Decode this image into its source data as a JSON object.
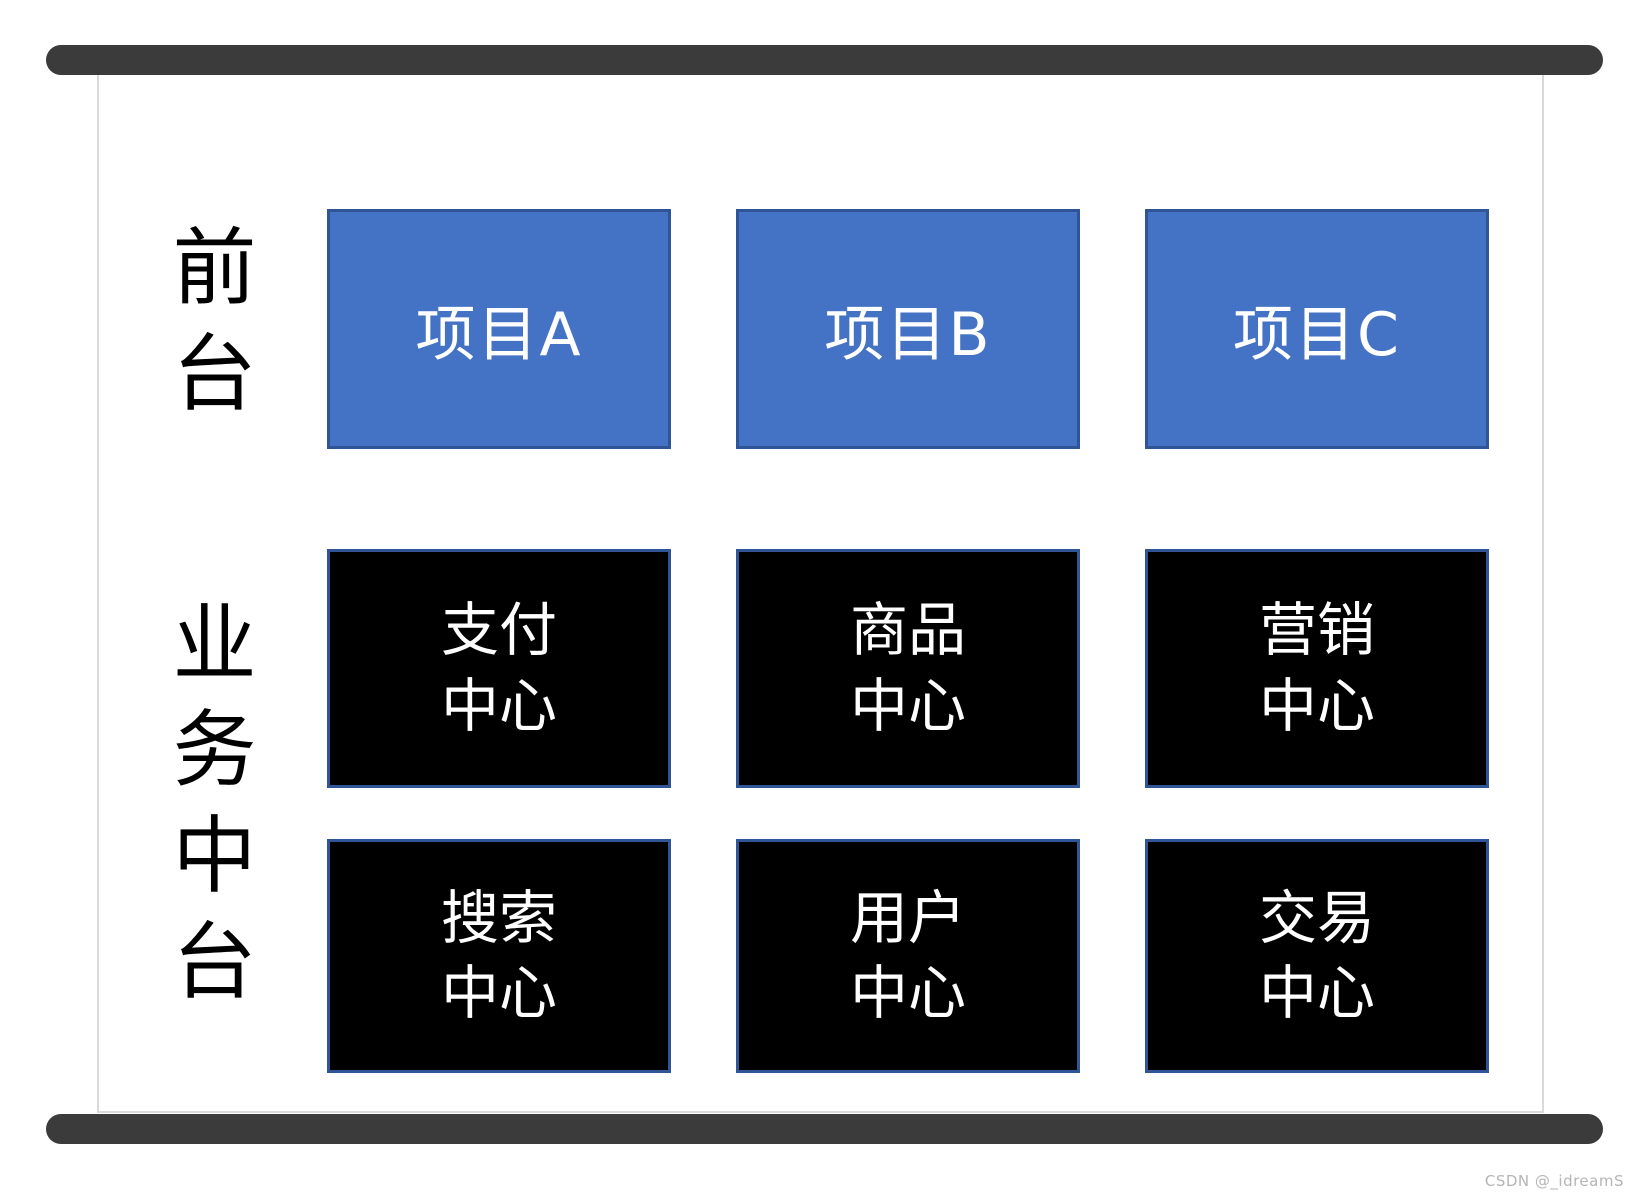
{
  "front_platform": {
    "label": "前台",
    "projects": [
      {
        "label": "项目A"
      },
      {
        "label": "项目B"
      },
      {
        "label": "项目C"
      }
    ]
  },
  "business_middle_platform": {
    "label": "业务中台",
    "centers": [
      {
        "line1": "支付",
        "line2": "中心"
      },
      {
        "line1": "商品",
        "line2": "中心"
      },
      {
        "line1": "营销",
        "line2": "中心"
      },
      {
        "line1": "搜索",
        "line2": "中心"
      },
      {
        "line1": "用户",
        "line2": "中心"
      },
      {
        "line1": "交易",
        "line2": "中心"
      }
    ]
  },
  "watermark": "CSDN @_idreamS",
  "colors": {
    "project_box_fill": "#4472C4",
    "box_border": "#2F5597",
    "center_box_fill": "#000000",
    "bar_fill": "#3B3B3B",
    "frame_border": "#D9D9D9",
    "box_text": "#FFFFFF",
    "watermark_text": "#B5B5B5"
  }
}
